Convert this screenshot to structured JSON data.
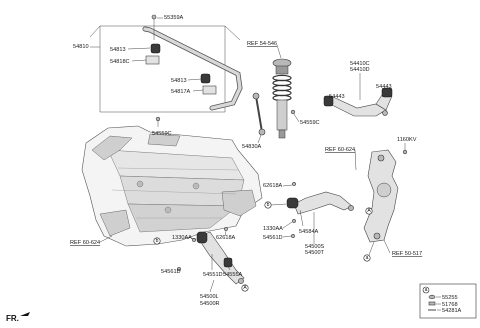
{
  "labels": {
    "l55359A": "55359A",
    "l54810": "54810",
    "l54813a": "54813",
    "l54818C": "54818C",
    "l54813b": "54813",
    "l54817A": "54817A",
    "l54559Ca": "54559C",
    "l54830A": "54830A",
    "l54559Cb": "54559C",
    "l54410C": "54410C",
    "l54410D": "54410D",
    "l54443a": "54443",
    "l54443b": "54443",
    "l1160KV": "1160KV",
    "l62618Aa": "62618A",
    "l1330AAa": "1330AA",
    "l54584A": "54584A",
    "l54561Da": "54561D",
    "l54500S": "54500S",
    "l54500T": "54500T",
    "l1330AAb": "1330AA",
    "l62618Ab": "62618A",
    "l54561Db": "54561D",
    "l54551D": "54551D",
    "l54555A": "54555A",
    "l54500L": "54500L",
    "l54500R": "54500R",
    "l55255": "55255",
    "l51768": "51768",
    "l54281A": "54281A",
    "fr": "FR."
  },
  "refs": {
    "r54546": "REF 54-546",
    "r60624a": "REF 60-624",
    "r60624b": "REF 60-624",
    "r50517": "REF 50-517"
  },
  "callouts": {
    "a": "a",
    "b": "b",
    "A": "A"
  },
  "colors": {
    "ink": "#1a1a1a",
    "part": "#e2e2e2",
    "bushing": "#3a3a3a"
  }
}
